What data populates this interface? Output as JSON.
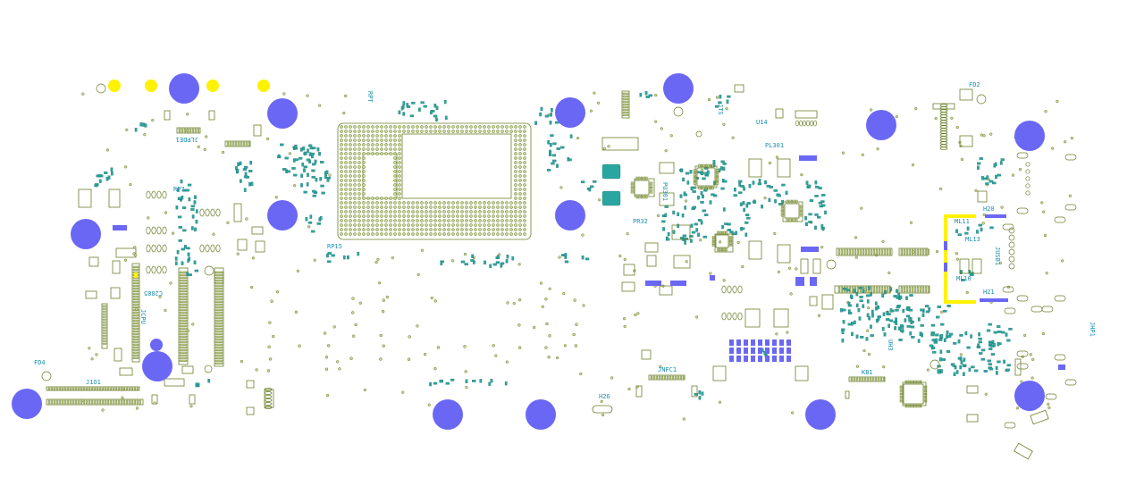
{
  "view": "pcb-layout",
  "colors": {
    "background": "#ffffff",
    "pad_outline": "#6b7f2a",
    "pad_fill": "#c9d49a",
    "via_teal": "#2aa6a0",
    "designator_text": "#1a8fb0",
    "mounting_hole": "#6b67f5",
    "highlight": "#fff200"
  },
  "labels": {
    "jlpde1": "JLPDE1",
    "rp7": "RP7",
    "rp15": "RP15",
    "rpt": "RPT",
    "jcpu": "JCPU",
    "c2885": "C2885",
    "j1o1": "J1O1",
    "fd4": "FD4",
    "fd2": "FD2",
    "pl301": "PL301",
    "pu301": "PU301",
    "pr32": "PR32",
    "jnfc1": "JNFC1",
    "h26": "H26",
    "h20": "H20",
    "h21": "H21",
    "ml11": "ML11",
    "ml13": "ML13",
    "ml10": "ML10",
    "jusb1": "JUSB1",
    "jhp1": "JHP1",
    "kb1": "KB1",
    "uh3": "UH3",
    "jts": "JTS",
    "u14": "U14"
  },
  "mounting_holes": [
    {
      "name": "hole-1"
    },
    {
      "name": "hole-2"
    },
    {
      "name": "hole-3"
    },
    {
      "name": "hole-4"
    },
    {
      "name": "hole-5"
    },
    {
      "name": "hole-6"
    },
    {
      "name": "hole-7"
    },
    {
      "name": "hole-8"
    },
    {
      "name": "hole-9"
    },
    {
      "name": "hole-10"
    },
    {
      "name": "hole-11"
    },
    {
      "name": "hole-12"
    },
    {
      "name": "hole-13"
    },
    {
      "name": "hole-14"
    },
    {
      "name": "hole-15"
    },
    {
      "name": "hole-16"
    }
  ]
}
